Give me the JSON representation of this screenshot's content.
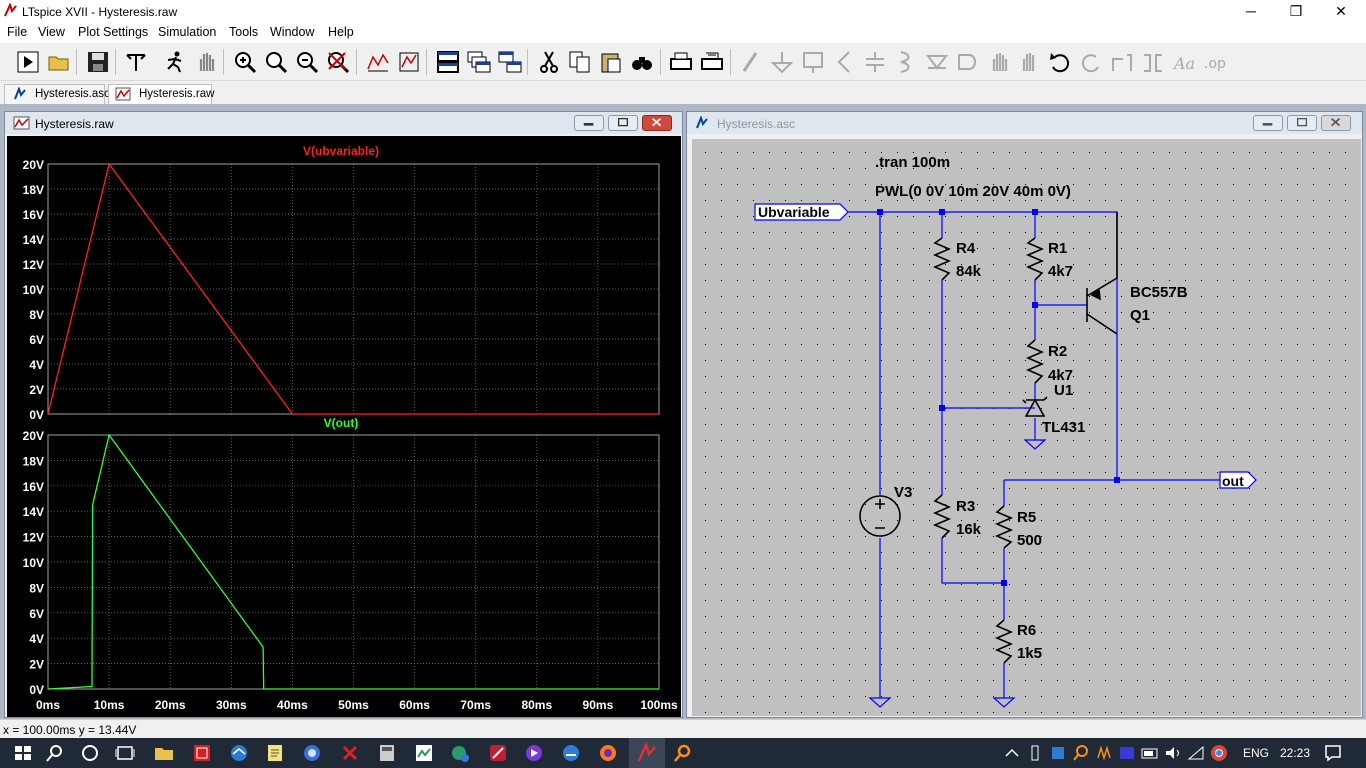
{
  "app": {
    "title": "LTspice XVII - Hysteresis.raw"
  },
  "window_controls": {
    "minimize": "─",
    "maximize": "❐",
    "close": "✕"
  },
  "menu": [
    {
      "label": "File"
    },
    {
      "label": "View"
    },
    {
      "label": "Plot Settings"
    },
    {
      "label": "Simulation"
    },
    {
      "label": "Tools"
    },
    {
      "label": "Window"
    },
    {
      "label": "Help"
    }
  ],
  "toolbar": {
    "icons": [
      "run-icon",
      "open-icon",
      "save-icon",
      "control-panel-icon",
      "halt-icon",
      "pan-hand-icon",
      "zoom-in-icon",
      "zoom-area-icon",
      "zoom-out-icon",
      "zoom-cancel-icon",
      "autorange-icon",
      "add-trace-icon",
      "tile-horizontal-icon",
      "cascade-icon",
      "tile-vertical-icon",
      "cut-icon",
      "copy-icon",
      "paste-icon",
      "find-icon",
      "print-icon",
      "print-setup-icon",
      "draw-wire-icon",
      "ground-icon",
      "label-net-icon",
      "resistor-icon",
      "capacitor-icon",
      "inductor-icon",
      "diode-icon",
      "component-icon",
      "move-icon",
      "drag-icon",
      "undo-icon",
      "redo-icon",
      "rotate-icon",
      "mirror-icon",
      "text-icon",
      "spice-directive-icon"
    ]
  },
  "tabs": [
    {
      "label": "Hysteresis.asc",
      "active": false
    },
    {
      "label": "Hysteresis.raw",
      "active": true
    }
  ],
  "waveform_window": {
    "title": "Hysteresis.raw"
  },
  "schematic_window": {
    "title": "Hysteresis.asc"
  },
  "chart_data": [
    {
      "type": "line",
      "title": "V(ubvariable)",
      "x": [
        0,
        10,
        40,
        100
      ],
      "series": [
        {
          "name": "V(ubvariable)",
          "values": [
            0,
            20,
            0,
            0
          ],
          "color": "#ff2020"
        }
      ],
      "xlim": [
        0,
        100
      ],
      "ylim": [
        0,
        20
      ],
      "yticks": [
        "0V",
        "2V",
        "4V",
        "6V",
        "8V",
        "10V",
        "12V",
        "14V",
        "16V",
        "18V",
        "20V"
      ],
      "grid": true
    },
    {
      "type": "line",
      "title": "V(out)",
      "x": [
        0,
        7.2,
        7.3,
        10,
        35.2,
        35.3,
        100
      ],
      "series": [
        {
          "name": "V(out)",
          "values": [
            0,
            0.2,
            14.5,
            20,
            3.3,
            0,
            0
          ],
          "color": "#30ff30"
        }
      ],
      "xlim": [
        0,
        100
      ],
      "ylim": [
        0,
        20
      ],
      "yticks": [
        "0V",
        "2V",
        "4V",
        "6V",
        "8V",
        "10V",
        "12V",
        "14V",
        "16V",
        "18V",
        "20V"
      ],
      "xticks": [
        "0ms",
        "10ms",
        "20ms",
        "30ms",
        "40ms",
        "50ms",
        "60ms",
        "70ms",
        "80ms",
        "90ms",
        "100ms"
      ],
      "grid": true
    }
  ],
  "schematic": {
    "directive_tran": ".tran 100m",
    "source_pwl": "PWL(0 0V 10m 20V 40m 0V)",
    "net_in": "Ubvariable",
    "net_out": "out",
    "R4": {
      "name": "R4",
      "value": "84k"
    },
    "R1": {
      "name": "R1",
      "value": "4k7"
    },
    "R2": {
      "name": "R2",
      "value": "4k7"
    },
    "R3": {
      "name": "R3",
      "value": "16k"
    },
    "R5": {
      "name": "R5",
      "value": "500"
    },
    "R6": {
      "name": "R6",
      "value": "1k5"
    },
    "Q1": {
      "model": "BC557B",
      "name": "Q1"
    },
    "U1": {
      "name": "U1",
      "model": "TL431"
    },
    "V3": {
      "name": "V3"
    }
  },
  "status": {
    "text": "x = 100.00ms    y = 13.44V"
  },
  "taskbar": {
    "language": "ENG",
    "time": "22:23"
  },
  "colors": {
    "wire": "#0000ff",
    "schematic_bg": "#c0c0c0",
    "plot_bg": "#000000"
  }
}
